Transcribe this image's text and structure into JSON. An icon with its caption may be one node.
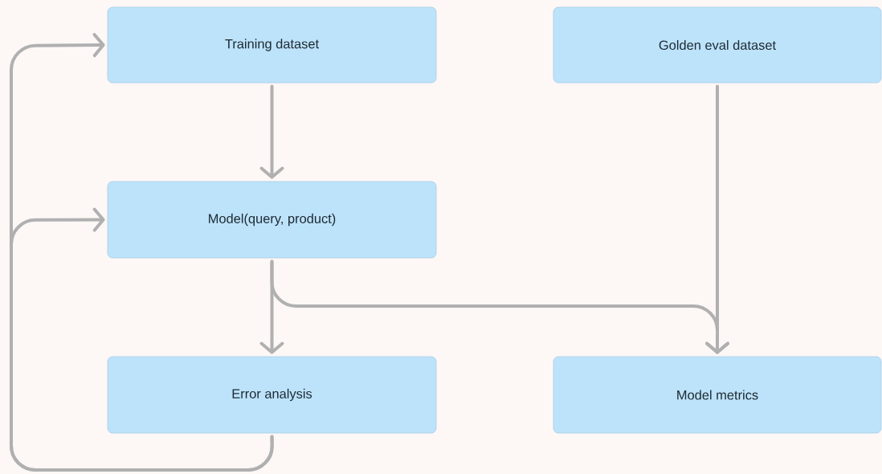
{
  "diagram": {
    "nodes": [
      {
        "text": [
          "Training dataset"
        ]
      },
      {
        "text": [
          "Golden eval dataset"
        ]
      },
      {
        "text": [
          "Model(query, product)"
        ]
      },
      {
        "text": [
          "Error analysis"
        ]
      },
      {
        "text": [
          "Model metrics"
        ]
      }
    ],
    "edges": [
      {
        "from": 0,
        "to": 2,
        "arrow": "to"
      },
      {
        "from": 1,
        "to": 4,
        "arrow": "to"
      },
      {
        "from": 2,
        "to": 3,
        "arrow": "to"
      },
      {
        "from": 2,
        "to": 4,
        "arrow": "to"
      },
      {
        "from": 3,
        "to": 0,
        "arrow": "to"
      },
      {
        "from": 3,
        "to": 2,
        "arrow": "to"
      }
    ]
  }
}
